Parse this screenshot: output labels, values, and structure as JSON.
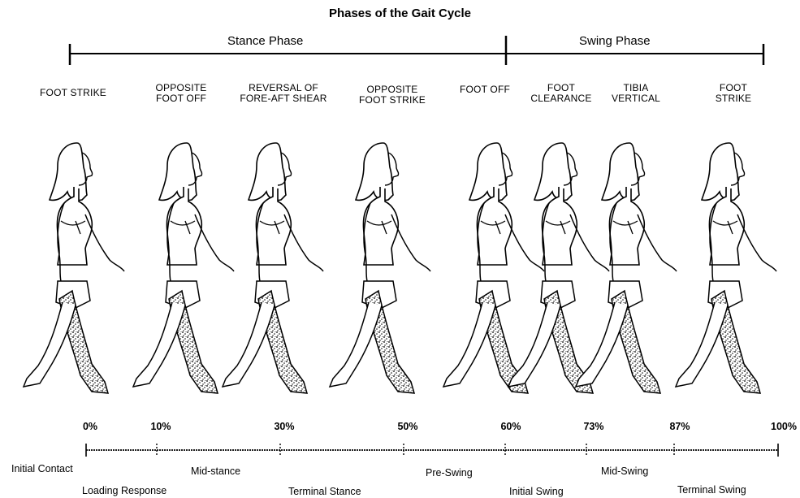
{
  "title": "Phases of the Gait Cycle",
  "phases": {
    "stance": "Stance Phase",
    "swing": "Swing Phase"
  },
  "events": [
    {
      "label": "FOOT STRIKE"
    },
    {
      "label": "OPPOSITE\nFOOT OFF"
    },
    {
      "label": "REVERSAL OF\nFORE-AFT SHEAR"
    },
    {
      "label": "OPPOSITE\nFOOT STRIKE"
    },
    {
      "label": "FOOT OFF"
    },
    {
      "label": "FOOT\nCLEARANCE"
    },
    {
      "label": "TIBIA\nVERTICAL"
    },
    {
      "label": "FOOT\nSTRIKE"
    }
  ],
  "percentages": [
    "0%",
    "10%",
    "30%",
    "50%",
    "60%",
    "73%",
    "87%",
    "100%"
  ],
  "sub_phases": {
    "initial_contact": "Initial Contact",
    "loading_response": "Loading Response",
    "mid_stance": "Mid-stance",
    "terminal_stance": "Terminal Stance",
    "pre_swing": "Pre-Swing",
    "initial_swing": "Initial Swing",
    "mid_swing": "Mid-Swing",
    "terminal_swing": "Terminal Swing"
  }
}
